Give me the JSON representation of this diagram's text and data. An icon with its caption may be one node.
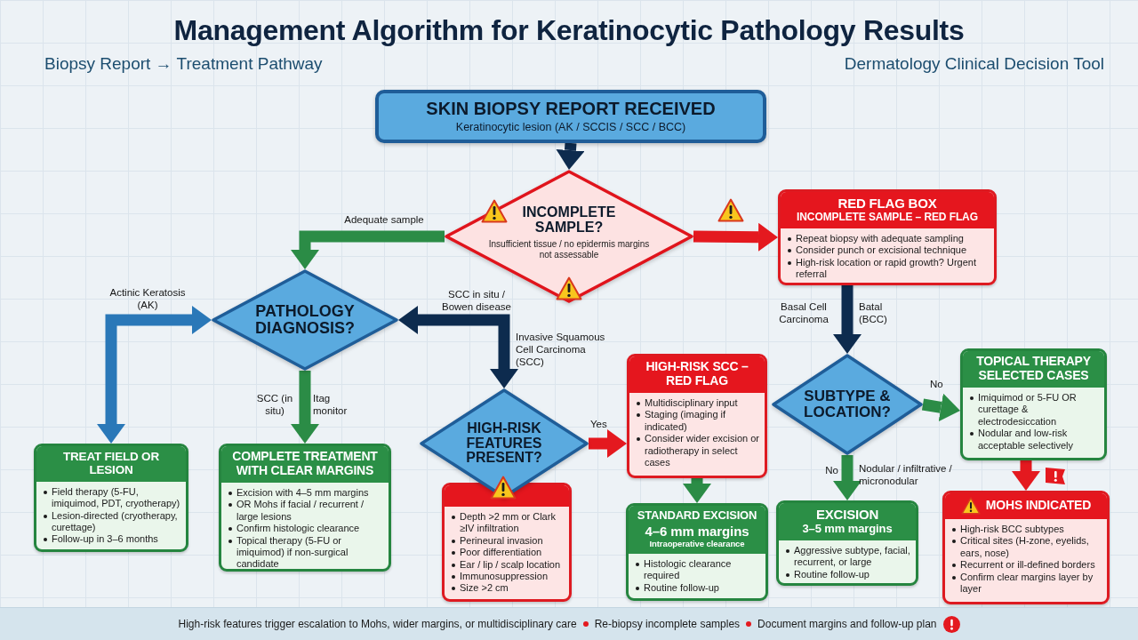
{
  "diagram": {
    "title": "Management Algorithm for Keratinocytic Pathology Results",
    "nodes": [
      {
        "text": [
          "SKIN BIOPSY REPORT RECEIVED",
          "Keratinocytic lesion (AK / SCCIS / SCC / BCC)"
        ]
      },
      {
        "text": [
          "INCOMPLETE SAMPLE?",
          "Insufficient tissue / no epidermis margins not assessable"
        ]
      },
      {
        "text": [
          "RED FLAG BOX",
          "INCOMPLETE SAMPLE – RED FLAG",
          "Repeat biopsy with adequate sampling",
          "Consider punch or excisional technique",
          "High-risk location or rapid growth? Urgent referral"
        ]
      },
      {
        "text": [
          "PATHOLOGY DIAGNOSIS?"
        ]
      },
      {
        "text": [
          "HIGH-RISK FEATURES PRESENT?"
        ]
      },
      {
        "text": [
          "HIGH-RISK SCC – RED FLAG",
          "Multidisciplinary input",
          "Staging (imaging if indicated)",
          "Consider wider excision or radiotherapy in select cases"
        ]
      },
      {
        "text": [
          "SUBTYPE & LOCATION?"
        ]
      },
      {
        "text": [
          "TOPICAL THERAPY SELECTED CASES",
          "Imiquimod or 5-FU OR curettage & electrodesiccation",
          "Nodular and low-risk acceptable selectively"
        ]
      },
      {
        "text": [
          "TREAT FIELD OR LESION",
          "Field therapy (5-FU, imiquimod, PDT, cryotherapy)",
          "Lesion-directed (cryotherapy, curettage)",
          "Follow-up in 3–6 months"
        ]
      },
      {
        "text": [
          "COMPLETE TREATMENT WITH CLEAR MARGINS",
          "Excision with 4–5 mm margins",
          "OR Mohs if facial / recurrent / large lesions",
          "Confirm histologic clearance",
          "Topical therapy (5-FU or imiquimod) if non-surgical candidate"
        ]
      },
      {
        "text": [
          "Depth >2 mm or Clark ≥IV infiltration",
          "Perineural invasion",
          "Poor differentiation",
          "Ear / lip / scalp location",
          "Immunosuppression",
          "Size >2 cm"
        ]
      },
      {
        "text": [
          "STANDARD EXCISION",
          "4–6 mm margins",
          "Intraoperative clearance",
          "Histologic clearance required",
          "Routine follow-up"
        ]
      },
      {
        "text": [
          "EXCISION",
          "3–5 mm margins",
          "Aggressive subtype, facial, recurrent, or large",
          "Routine follow-up"
        ]
      },
      {
        "text": [
          "MOHS INDICATED",
          "High-risk BCC subtypes",
          "Critical sites (H-zone, eyelids, ears, nose)",
          "Recurrent or ill-defined borders",
          "Confirm clear margins layer by layer"
        ]
      }
    ],
    "edges": [
      {
        "from": 0,
        "to": 1,
        "arrow": "to",
        "color": "#0d2b4e"
      },
      {
        "from": 1,
        "to": 3,
        "arrow": "to",
        "label": "Adequate sample"
      },
      {
        "from": 1,
        "to": 2,
        "arrow": "to",
        "color": "#e4191f"
      },
      {
        "from": 3,
        "to": 8,
        "arrow": "both",
        "label": "Actinic Keratosis (AK)",
        "color": "#2a78b8"
      },
      {
        "from": 3,
        "to": 4,
        "arrow": "both",
        "label": "Invasive Squamous Cell Carcinoma (SCC)",
        "color": "#0d2b4e"
      },
      {
        "from": 3,
        "to": 9,
        "arrow": "to",
        "label": "SCC (in situ)"
      },
      {
        "from": 2,
        "to": 6,
        "arrow": "to",
        "label": "Basal Cell Carcinoma",
        "color": "#0d2b4e"
      },
      {
        "from": 4,
        "to": 5,
        "arrow": "to",
        "label": "Yes",
        "color": "#e4191f"
      },
      {
        "from": 5,
        "to": 11,
        "arrow": "to"
      },
      {
        "from": 6,
        "to": 7,
        "arrow": "to",
        "label": "No"
      },
      {
        "from": 6,
        "to": 12,
        "arrow": "to",
        "label": "No"
      },
      {
        "from": 7,
        "to": 13,
        "arrow": "to",
        "color": "#e4191f"
      }
    ],
    "labels": [
      "Biopsy Report → Treatment Pathway",
      "Dermatology Clinical Decision Tool",
      "SCC in situ / Bowen disease",
      "Itag monitor",
      "Batal (BCC)",
      "Nodular / infiltrative / micronodular",
      "High-risk features trigger escalation to Mohs, wider margins, or multidisciplinary care",
      "Re-biopsy incomplete samples",
      "Document margins and follow-up plan"
    ]
  }
}
